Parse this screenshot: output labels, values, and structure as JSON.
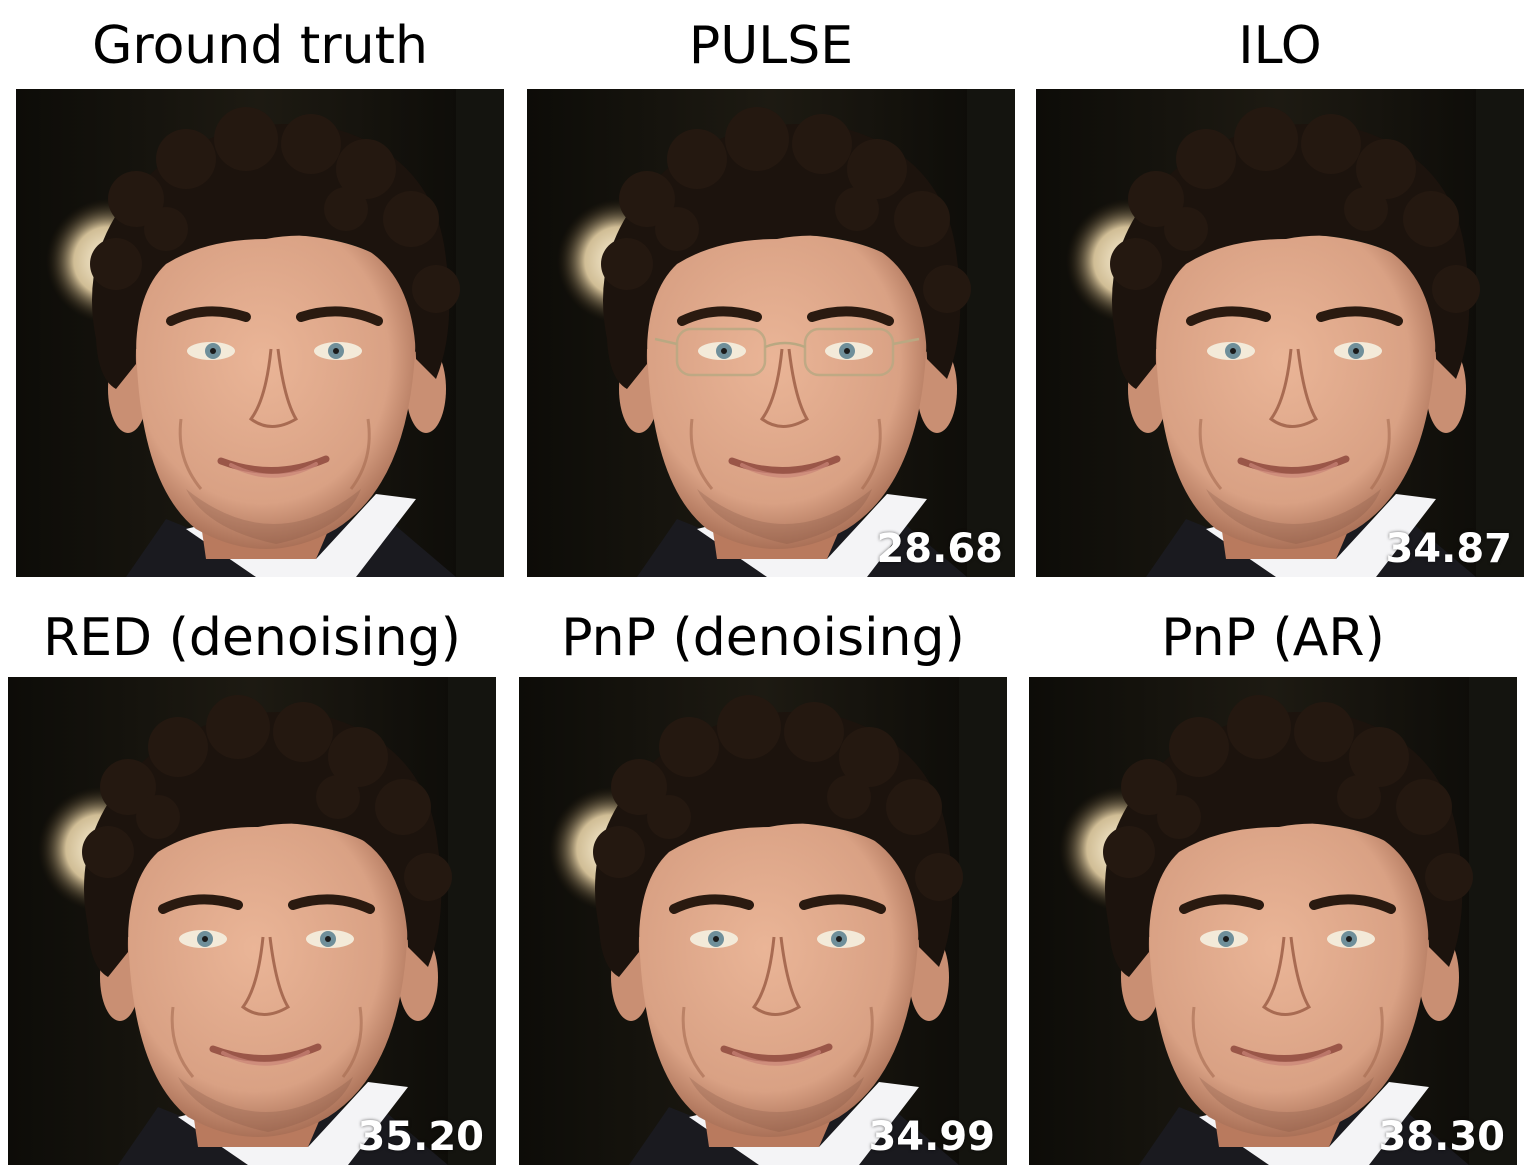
{
  "panels": [
    {
      "title": "Ground truth",
      "score": "",
      "glasses": false
    },
    {
      "title": "PULSE",
      "score": "28.68",
      "glasses": true
    },
    {
      "title": "ILO",
      "score": "34.87",
      "glasses": false
    },
    {
      "title": "RED (denoising)",
      "score": "35.20",
      "glasses": false
    },
    {
      "title": "PnP (denoising)",
      "score": "34.99",
      "glasses": false
    },
    {
      "title": "PnP (AR)",
      "score": "38.30",
      "glasses": false
    }
  ],
  "colors": {
    "background": "#121008",
    "light": "#fff6df",
    "skin": "#d9a184",
    "hair": "#1c130d",
    "suit": "#1a1a1f",
    "collar": "#f4f4f6",
    "score_text": "#ffffff"
  }
}
